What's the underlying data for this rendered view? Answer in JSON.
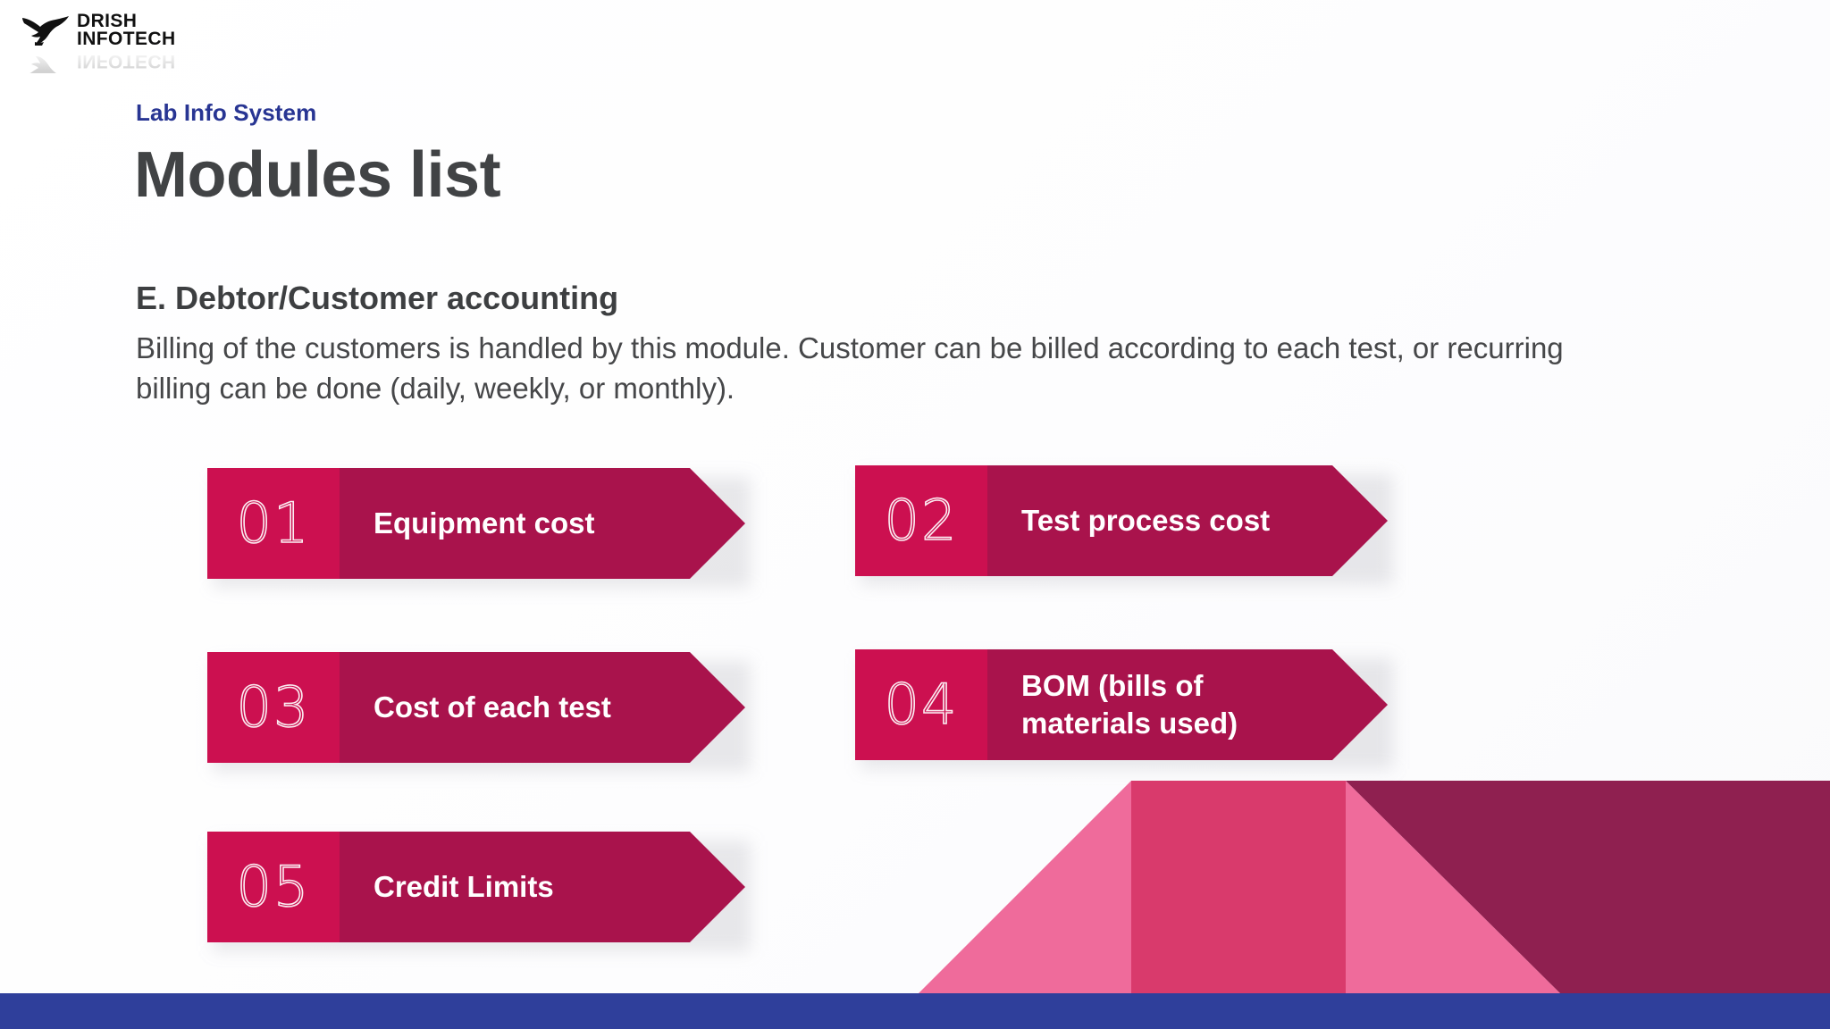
{
  "brand": {
    "logo_line1": "DRISH",
    "logo_line2": "INFOTECH",
    "bird_icon": "bird-logo-icon"
  },
  "header": {
    "eyebrow": "Lab Info System",
    "title": "Modules list"
  },
  "section": {
    "heading": "E. Debtor/Customer accounting",
    "body": "Billing of the customers is handled by this module. Customer can be billed according to each test, or recurring billing can be done (daily, weekly, or monthly)."
  },
  "modules": [
    {
      "number": "01",
      "label": "Equipment cost"
    },
    {
      "number": "02",
      "label": "Test process cost"
    },
    {
      "number": "03",
      "label": "Cost of each test"
    },
    {
      "number": "04",
      "label": "BOM (bills of materials used)"
    },
    {
      "number": "05",
      "label": "Credit Limits"
    }
  ],
  "colors": {
    "accent_bright": "#cc1050",
    "accent_dark": "#a9134c",
    "eyebrow_blue": "#283593",
    "title_gray": "#414345",
    "bottom_bar_blue": "#2f3f9b",
    "deco_pink_light": "#ef6b9b",
    "deco_pink": "#e8547f",
    "deco_pink_mid": "#d93a6c",
    "deco_maroon": "#8f2050"
  }
}
